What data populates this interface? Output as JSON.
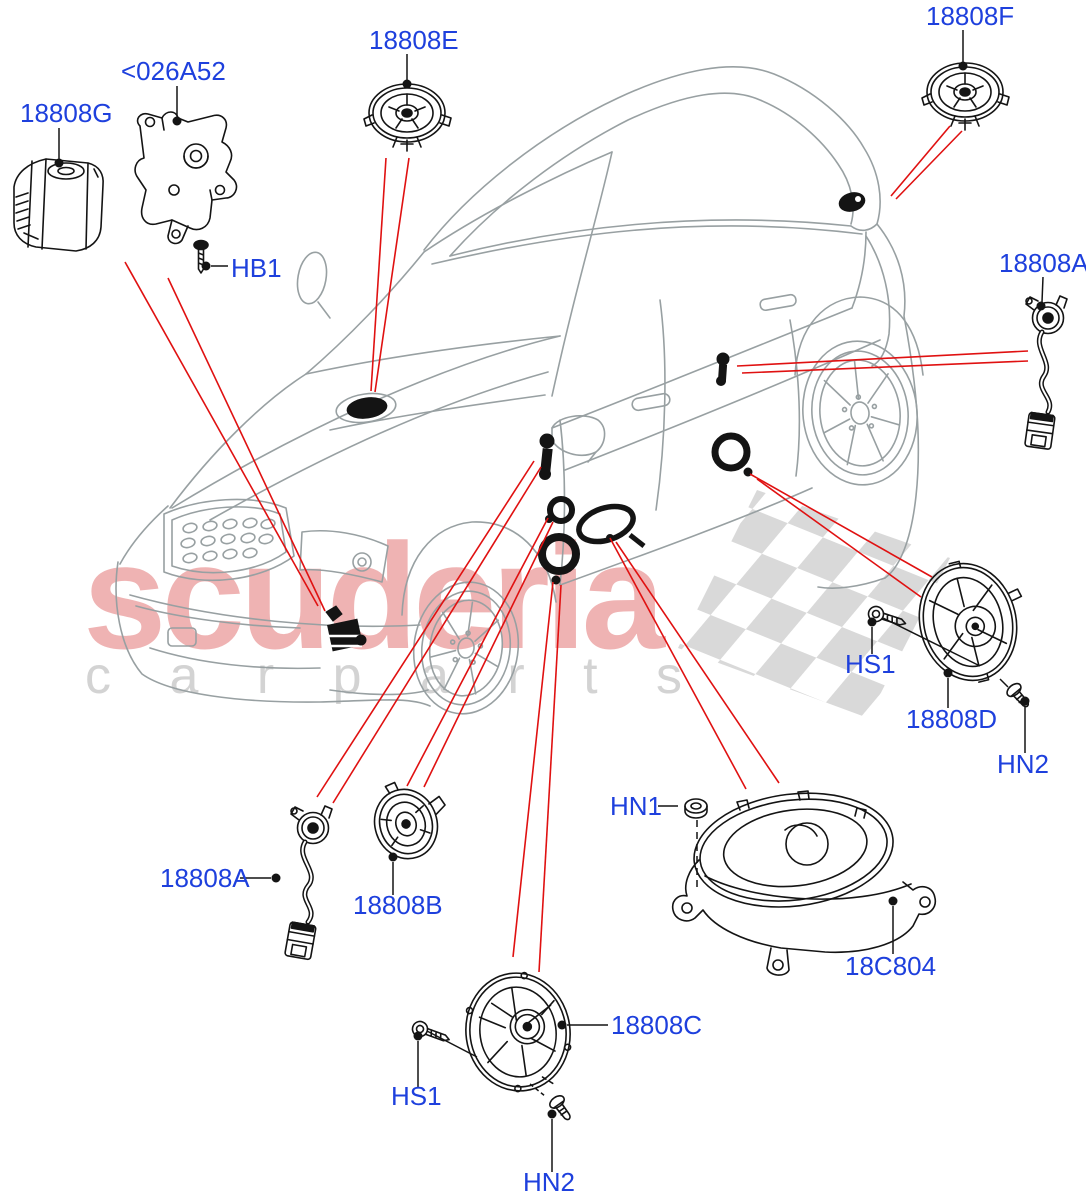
{
  "watermark": {
    "brand": "scuderia",
    "tagline": "c a r  p a r t s"
  },
  "colors": {
    "label_blue": "#1e40dd",
    "leader_red": "#e01111",
    "car_gray": "#98a0a2",
    "part_black": "#141414",
    "watermark_pink": "#e06a6a",
    "watermark_gray": "#cfcfcf",
    "checker_gray": "#d9d9d9"
  },
  "parts": {
    "amplifier": {
      "label": "18808G"
    },
    "bracket": {
      "label": "<026A52"
    },
    "bolt_hb1": {
      "label": "HB1"
    },
    "dash_speaker": {
      "label": "18808E"
    },
    "rear_roof_speaker": {
      "label": "18808F"
    },
    "tweeter_right": {
      "label": "18808A"
    },
    "tweeter_bottom": {
      "label": "18808A"
    },
    "door_speaker_small": {
      "label": "18808B"
    },
    "front_door_speaker": {
      "label": "18808C"
    },
    "rear_door_speaker": {
      "label": "18808D"
    },
    "screw_hs1_right": {
      "label": "HS1"
    },
    "screw_hs1_bottom": {
      "label": "HS1"
    },
    "nut_hn1": {
      "label": "HN1"
    },
    "clip_hn2_right": {
      "label": "HN2"
    },
    "clip_hn2_bottom": {
      "label": "HN2"
    },
    "subwoofer": {
      "label": "18C804"
    }
  }
}
